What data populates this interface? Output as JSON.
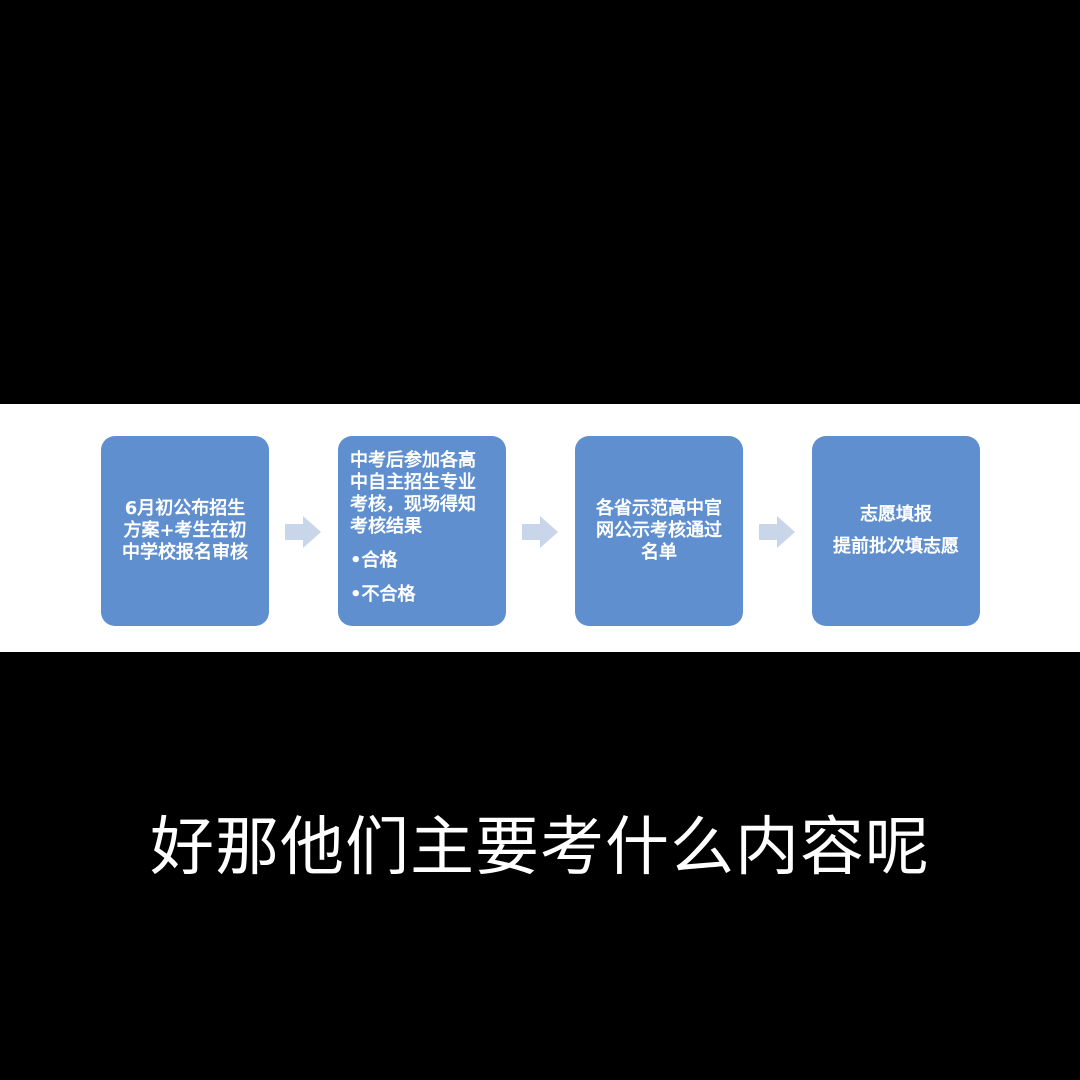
{
  "flow": {
    "colors": {
      "box": "#5f8fcf",
      "box_text": "#ffffff",
      "arrow": "#c9d6ea",
      "band": "#ffffff",
      "background": "#000000"
    },
    "steps": [
      {
        "lines": [
          "6月初公布招生",
          "方案+考生在初",
          "中学校报名审核"
        ]
      },
      {
        "lines": [
          "中考后参加各高",
          "中自主招生专业",
          "考核，现场得知",
          "考核结果"
        ],
        "bullets": [
          "•合格",
          "•不合格"
        ]
      },
      {
        "lines": [
          "各省示范高中官",
          "网公示考核通过",
          "名单"
        ]
      },
      {
        "lines": [
          "志愿填报"
        ],
        "sublines": [
          "提前批次填志愿"
        ]
      }
    ],
    "arrow_icon": "right-arrow-icon"
  },
  "subtitle": {
    "text": "好那他们主要考什么内容呢"
  }
}
